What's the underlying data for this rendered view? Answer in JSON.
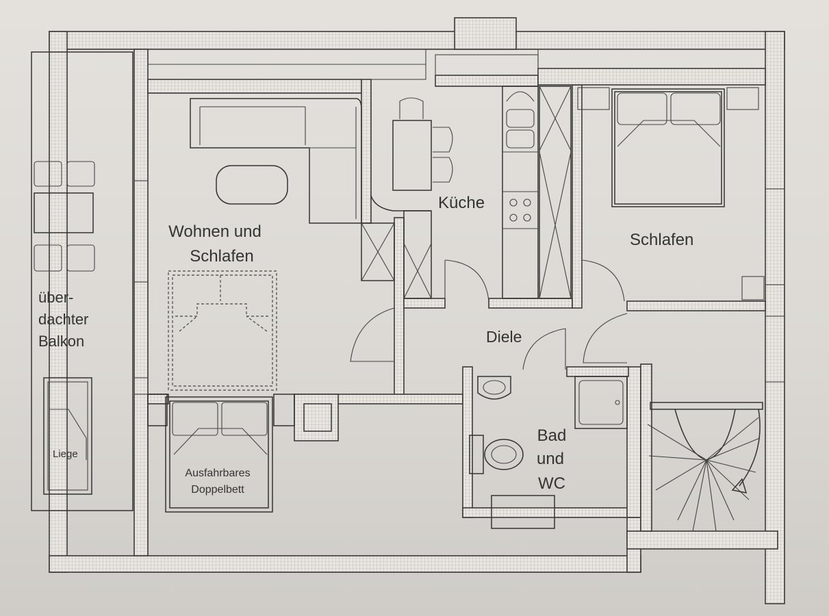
{
  "rooms": {
    "balcony": [
      "über-",
      "dachter",
      "Balkon"
    ],
    "living": [
      "Wohnen und",
      "Schlafen"
    ],
    "kitchen": "Küche",
    "bedroom": "Schlafen",
    "hall": "Diele",
    "bath": [
      "Bad",
      "und",
      "WC"
    ]
  },
  "furniture": {
    "lounger": "Liege",
    "pullout_bed": [
      "Ausfahrbares",
      "Doppelbett"
    ]
  }
}
